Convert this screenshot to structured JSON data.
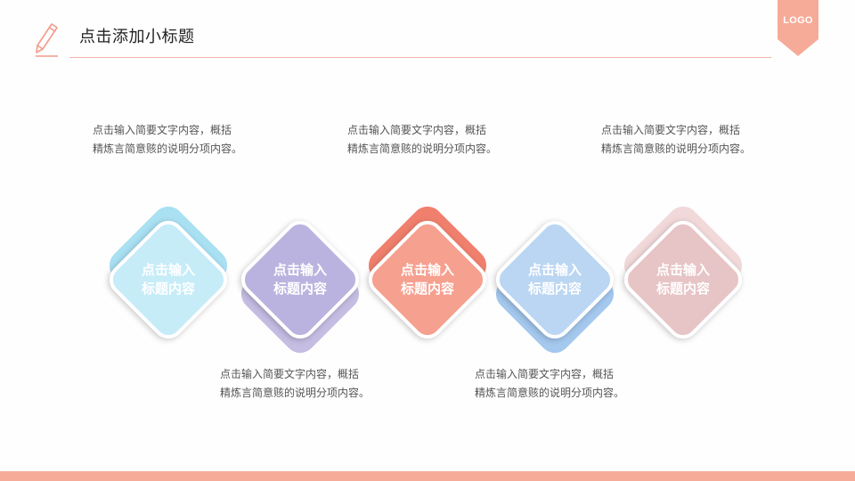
{
  "header": {
    "title": "点击添加小标题",
    "icon": "pencil-icon",
    "line_color": "#f3b4a8"
  },
  "logo": {
    "text": "LOGO",
    "color": "#f6ab99"
  },
  "descriptions": [
    {
      "line1": "点击输入简要文字内容，概括",
      "line2": "精炼言简意赅的说明分项内容。"
    },
    {
      "line1": "点击输入简要文字内容，概括",
      "line2": "精炼言简意赅的说明分项内容。"
    },
    {
      "line1": "点击输入简要文字内容，概括",
      "line2": "精炼言简意赅的说明分项内容。"
    },
    {
      "line1": "点击输入简要文字内容，概括",
      "line2": "精炼言简意赅的说明分项内容。"
    },
    {
      "line1": "点击输入简要文字内容，概括",
      "line2": "精炼言简意赅的说明分项内容。"
    }
  ],
  "diamonds": [
    {
      "line1": "点击输入",
      "line2": "标题内容",
      "color": "#c6ecf8",
      "shadow_color": "#a9e0f2"
    },
    {
      "line1": "点击输入",
      "line2": "标题内容",
      "color": "#bbb3df",
      "shadow_color": "#c6bde3"
    },
    {
      "line1": "点击输入",
      "line2": "标题内容",
      "color": "#f6a08f",
      "shadow_color": "#f0806d"
    },
    {
      "line1": "点击输入",
      "line2": "标题内容",
      "color": "#bad6f2",
      "shadow_color": "#a4c8ee"
    },
    {
      "line1": "点击输入",
      "line2": "标题内容",
      "color": "#e7c4c6",
      "shadow_color": "#f1d9da"
    }
  ],
  "footer": {
    "bar_color": "#f6ab99"
  }
}
